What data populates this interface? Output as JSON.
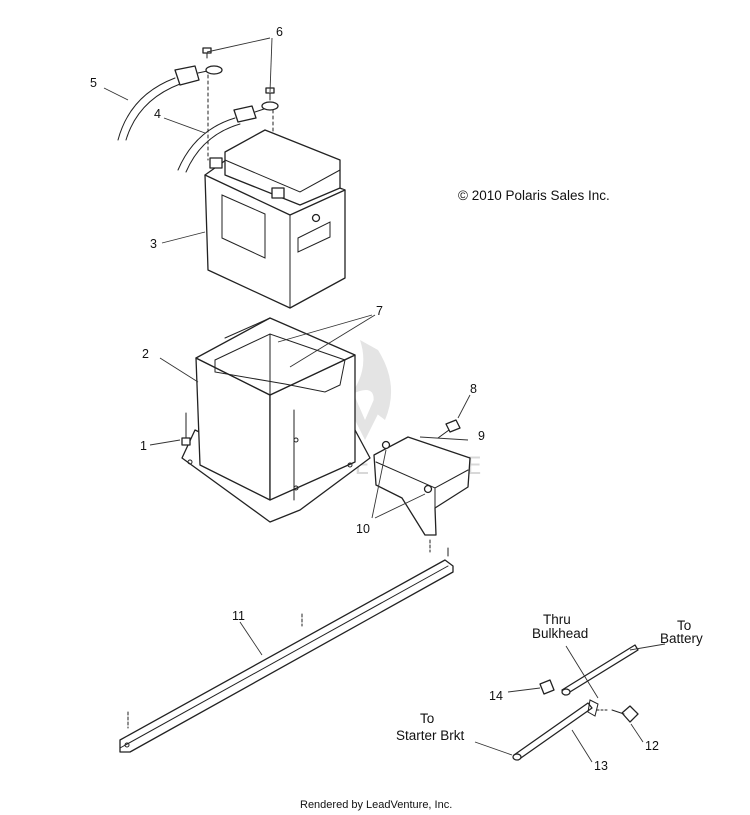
{
  "copyright": "© 2010 Polaris Sales Inc.",
  "footer": "Rendered by LeadVenture, Inc.",
  "watermark": "LEADVENTURE",
  "callouts": {
    "c1": "1",
    "c2": "2",
    "c3": "3",
    "c4": "4",
    "c5": "5",
    "c6": "6",
    "c7": "7",
    "c8": "8",
    "c9": "9",
    "c10": "10",
    "c11": "11",
    "c12": "12",
    "c13": "13",
    "c14": "14"
  },
  "notes": {
    "thru": "Thru",
    "bulkhead": "Bulkhead",
    "to_battery_1": "To",
    "to_battery_2": "Battery",
    "to_starter_1": "To",
    "to_starter_2": "Starter Brkt"
  }
}
